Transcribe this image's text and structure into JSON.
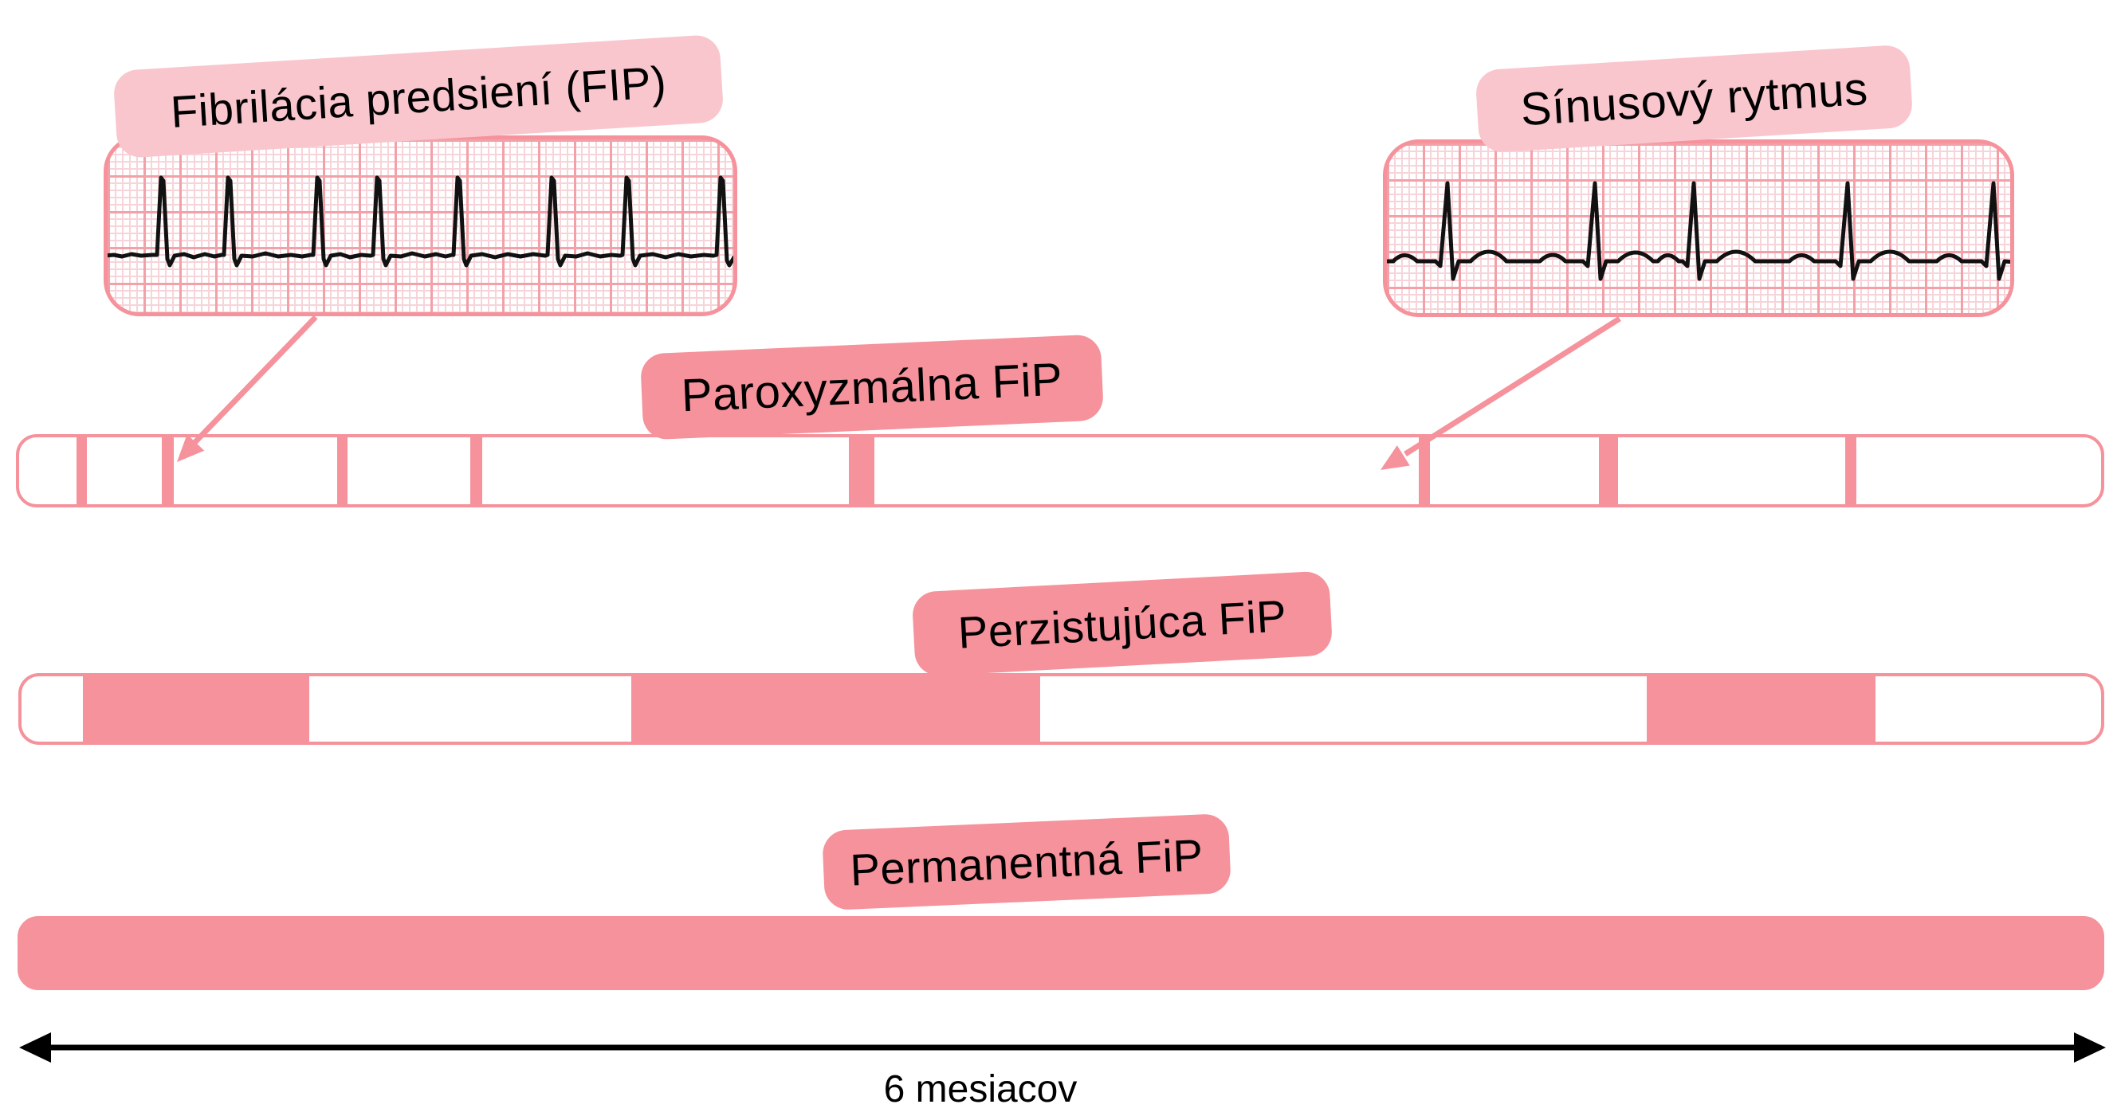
{
  "colors": {
    "salmon": "#F5929B",
    "light_pink": "#F9C6CD",
    "grid_minor": "#F7D4D9",
    "grid_major": "#F3A0A9",
    "trace": "#111111",
    "axis_black": "#000000"
  },
  "ecg_panels": [
    {
      "id": "afib",
      "label": "Fibrilácia predsiení (FIP)",
      "rhythm": "atrial-fibrillation"
    },
    {
      "id": "sinus",
      "label": "Sínusový rytmus",
      "rhythm": "sinus-rhythm"
    }
  ],
  "timeline_bars": [
    {
      "label": "Paroxyzmálna FiP",
      "fill": "episodic",
      "segments": [
        {
          "start": 2.75,
          "width": 0.5
        },
        {
          "start": 6.87,
          "width": 0.57
        },
        {
          "start": 15.27,
          "width": 0.5
        },
        {
          "start": 21.68,
          "width": 0.55
        },
        {
          "start": 39.85,
          "width": 1.22
        },
        {
          "start": 67.21,
          "width": 0.55
        },
        {
          "start": 75.88,
          "width": 0.92
        },
        {
          "start": 87.71,
          "width": 0.55
        }
      ]
    },
    {
      "label": "Perzistujúca FiP",
      "fill": "episodic",
      "segments": [
        {
          "start": 2.94,
          "width": 10.89
        },
        {
          "start": 29.31,
          "width": 19.68
        },
        {
          "start": 78.15,
          "width": 11.0
        }
      ]
    },
    {
      "label": "Permanentná FiP",
      "fill": "solid",
      "segments": [
        {
          "start": 0,
          "width": 100
        }
      ]
    }
  ],
  "axis": {
    "label": "6 mesiacov"
  }
}
